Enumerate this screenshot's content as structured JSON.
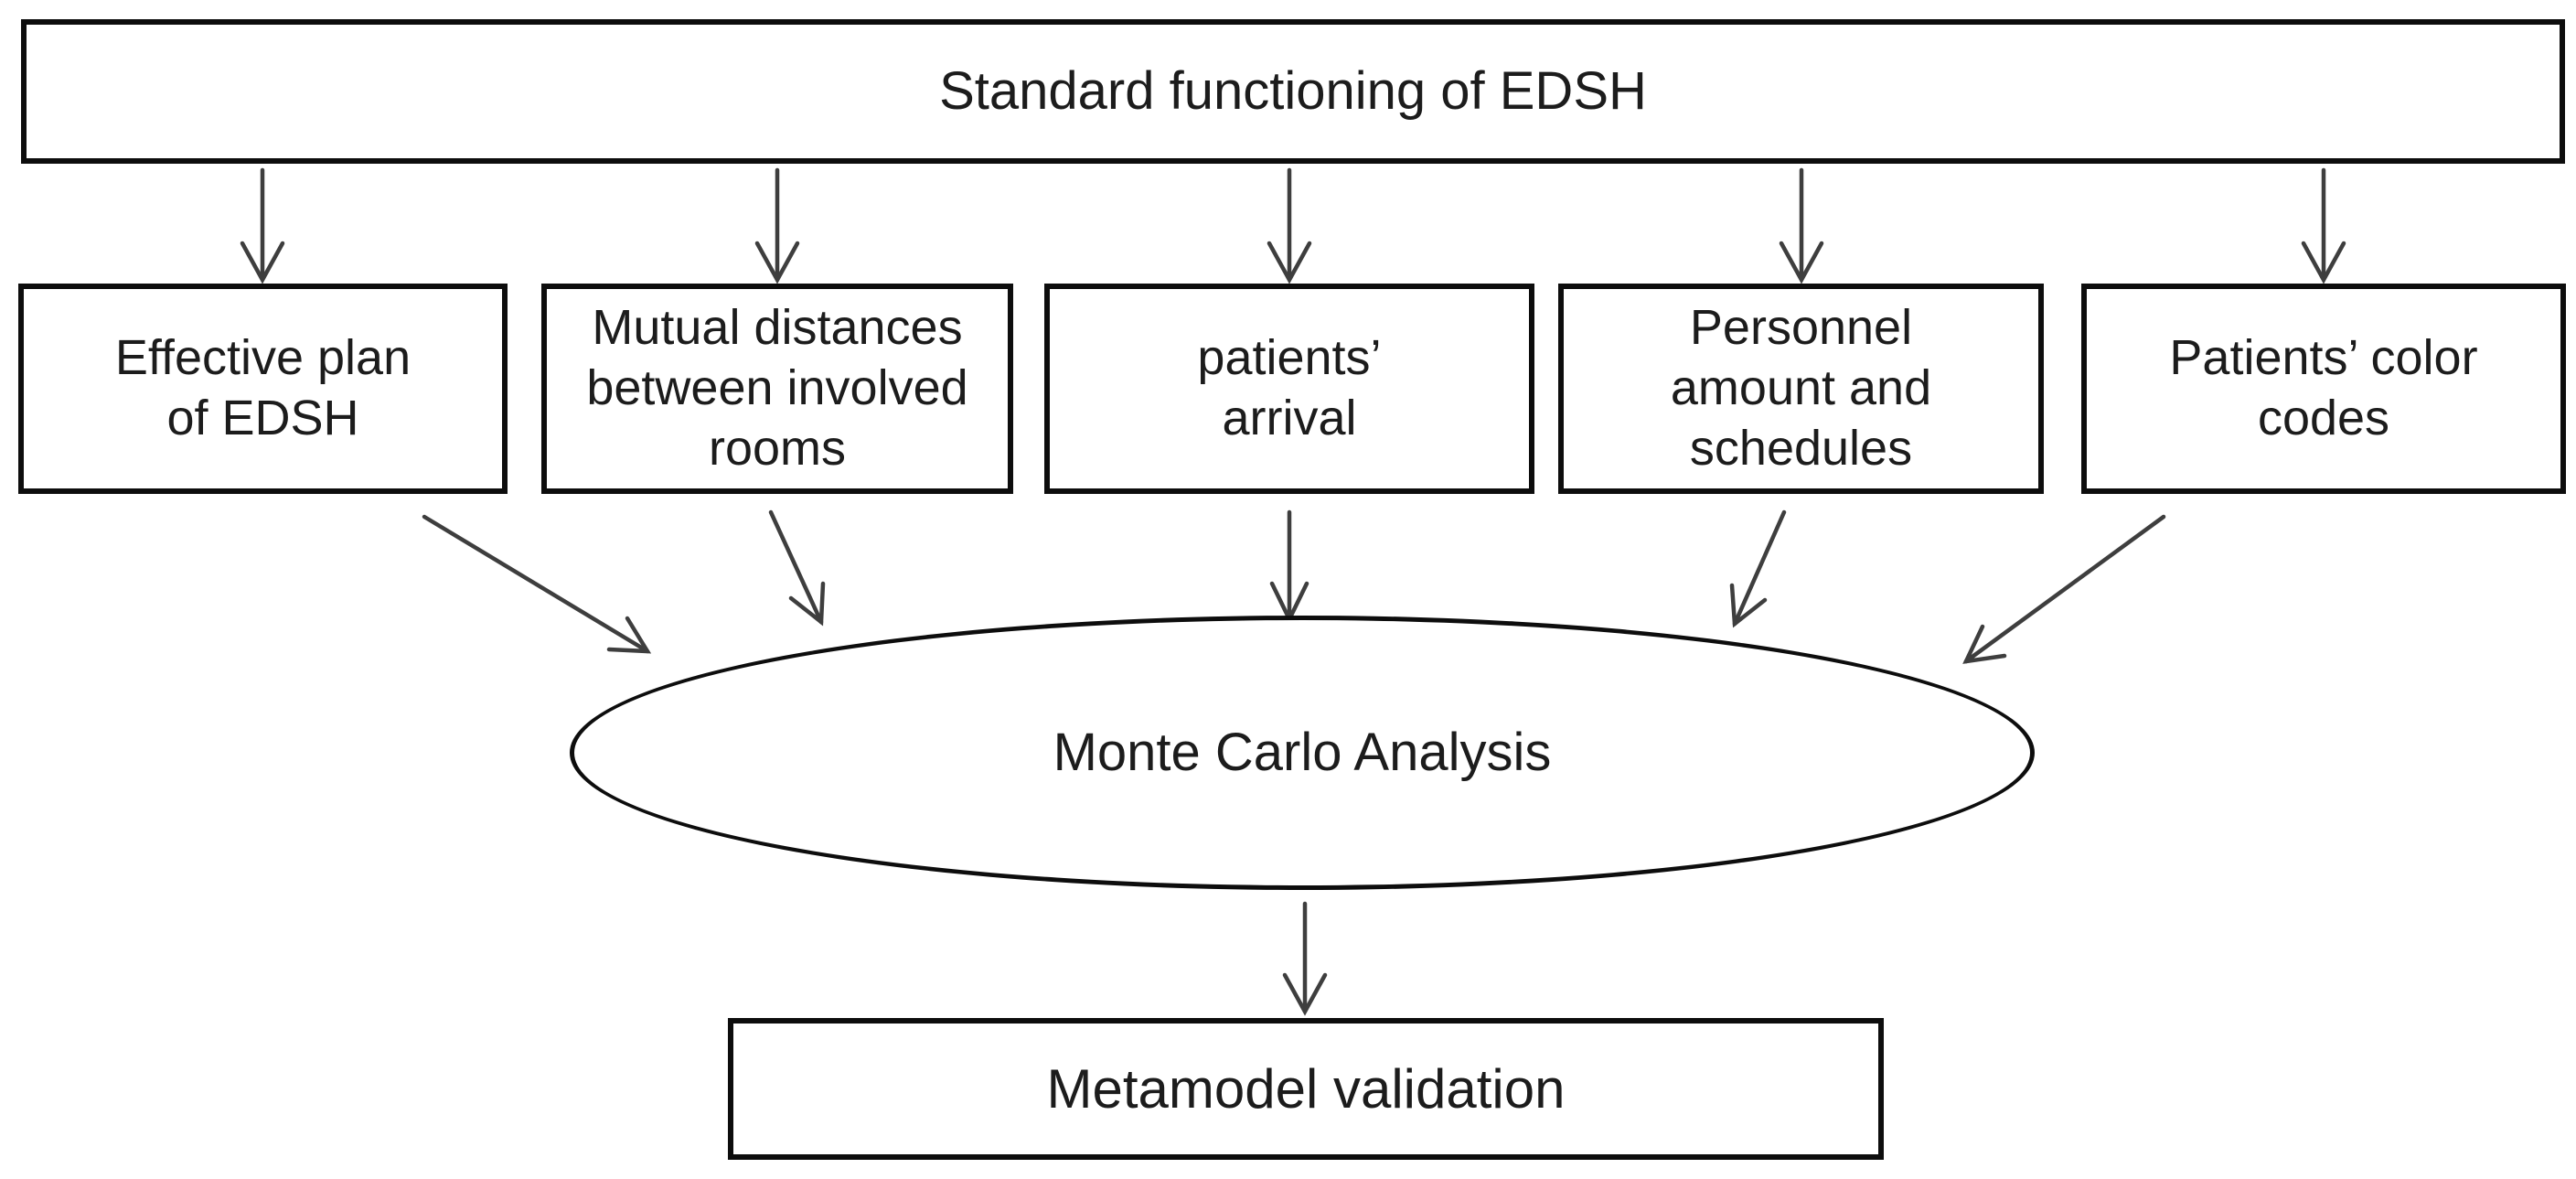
{
  "diagram": {
    "title": "EDSH Monte Carlo metamodel flow diagram",
    "nodes": {
      "source": {
        "label": "Standard functioning of EDSH",
        "shape": "rectangle"
      },
      "plan": {
        "label": "Effective plan\nof EDSH",
        "shape": "rectangle"
      },
      "distances": {
        "label": "Mutual distances\nbetween involved\nrooms",
        "shape": "rectangle"
      },
      "arrival": {
        "label": "patients’\narrival",
        "shape": "rectangle"
      },
      "personnel": {
        "label": "Personnel\namount and\nschedules",
        "shape": "rectangle"
      },
      "color_codes": {
        "label": "Patients’ color\ncodes",
        "shape": "rectangle"
      },
      "monte_carlo": {
        "label": "Monte Carlo Analysis",
        "shape": "ellipse"
      },
      "validation": {
        "label": "Metamodel validation",
        "shape": "rectangle"
      }
    },
    "edges": [
      "source -> plan",
      "source -> distances",
      "source -> arrival",
      "source -> personnel",
      "source -> color_codes",
      "plan -> monte_carlo",
      "distances -> monte_carlo",
      "arrival -> monte_carlo",
      "personnel -> monte_carlo",
      "color_codes -> monte_carlo",
      "monte_carlo -> validation"
    ]
  },
  "colors": {
    "background": "#ffffff",
    "border": "#0d0d0d",
    "arrow": "#3e3e3e",
    "text": "#1c1c1c"
  }
}
